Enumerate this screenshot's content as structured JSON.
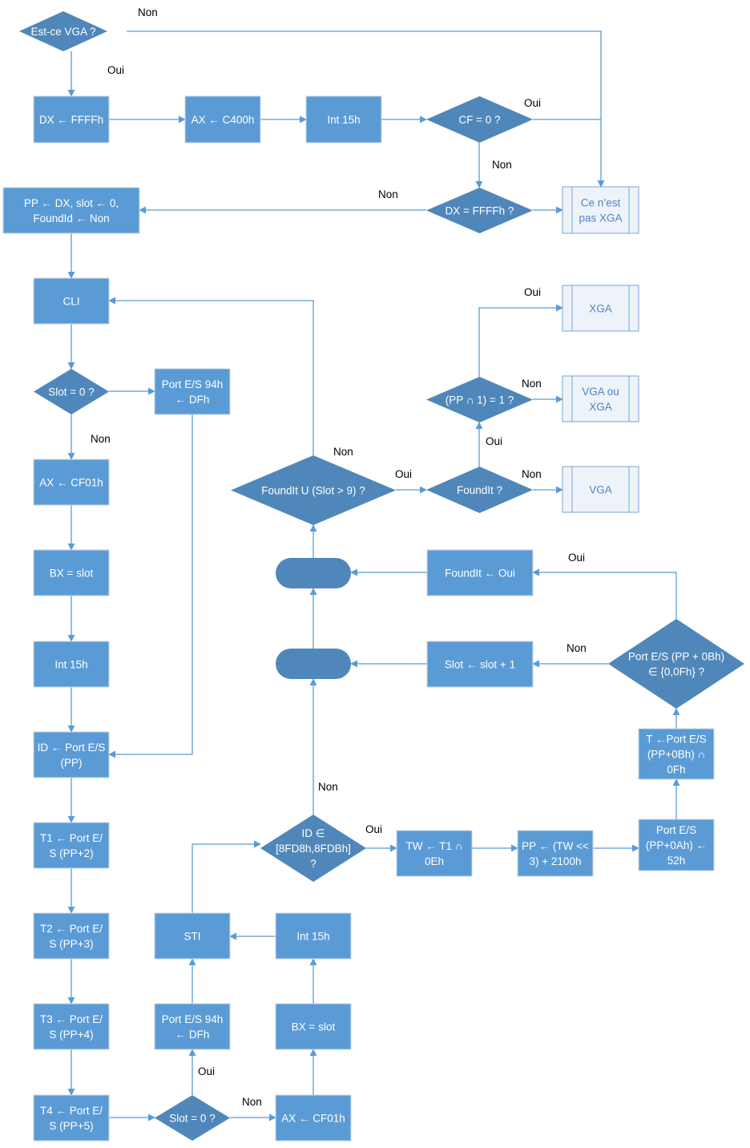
{
  "title": "Détection XGA — organigramme",
  "colors": {
    "process": "#5b9bd5",
    "decision": "#4f87ba",
    "edge": "#5b9bd5",
    "subroutine_text": "#4a86c5"
  },
  "nodes": {
    "est_vga": {
      "type": "decision",
      "lines": [
        "Est-ce VGA ?"
      ]
    },
    "dx_ffff": {
      "type": "process",
      "lines": [
        "DX ← FFFFh"
      ]
    },
    "ax_c400": {
      "type": "process",
      "lines": [
        "AX ← C400h"
      ]
    },
    "int15_a": {
      "type": "process",
      "lines": [
        "Int 15h"
      ]
    },
    "cf0": {
      "type": "decision",
      "lines": [
        "CF = 0 ?"
      ]
    },
    "dx_eq_ffff": {
      "type": "decision",
      "lines": [
        "DX = FFFFh ?"
      ]
    },
    "not_xga": {
      "type": "subroutine",
      "lines": [
        "Ce n’est",
        "pas XGA"
      ]
    },
    "init": {
      "type": "process",
      "lines": [
        "PP ← DX, slot ← 0,",
        "FoundId ← Non"
      ]
    },
    "cli": {
      "type": "process",
      "lines": [
        "CLI"
      ]
    },
    "slot0_a": {
      "type": "decision",
      "lines": [
        "Slot = 0 ?"
      ]
    },
    "port94_a": {
      "type": "process",
      "lines": [
        "Port E/S 94h",
        "← DFh"
      ]
    },
    "ax_cf01_a": {
      "type": "process",
      "lines": [
        "AX ← CF01h"
      ]
    },
    "bx_slot_a": {
      "type": "process",
      "lines": [
        "BX = slot"
      ]
    },
    "int15_b": {
      "type": "process",
      "lines": [
        "Int 15h"
      ]
    },
    "id_port": {
      "type": "process",
      "lines": [
        "ID ← Port E/S",
        "(PP)"
      ]
    },
    "t1": {
      "type": "process",
      "lines": [
        "T1 ← Port E/",
        "S (PP+2)"
      ]
    },
    "t2": {
      "type": "process",
      "lines": [
        "T2 ← Port E/",
        "S (PP+3)"
      ]
    },
    "t3": {
      "type": "process",
      "lines": [
        "T3 ← Port E/",
        "S (PP+4)"
      ]
    },
    "t4": {
      "type": "process",
      "lines": [
        "T4 ← Port E/",
        "S (PP+5)"
      ]
    },
    "slot0_b": {
      "type": "decision",
      "lines": [
        "Slot = 0 ?"
      ]
    },
    "port94_b": {
      "type": "process",
      "lines": [
        "Port E/S 94h",
        "← DFh"
      ]
    },
    "sti": {
      "type": "process",
      "lines": [
        "STI"
      ]
    },
    "ax_cf01_b": {
      "type": "process",
      "lines": [
        "AX ← CF01h"
      ]
    },
    "bx_slot_b": {
      "type": "process",
      "lines": [
        "BX = slot"
      ]
    },
    "int15_c": {
      "type": "process",
      "lines": [
        "Int 15h"
      ]
    },
    "id_range": {
      "type": "decision",
      "lines": [
        "ID ∈",
        "[8FD8h,8FDBh]",
        "?"
      ]
    },
    "tw": {
      "type": "process",
      "lines": [
        "TW ← T1 ∩",
        "0Eh"
      ]
    },
    "pp_calc": {
      "type": "process",
      "lines": [
        "PP ← (TW <<",
        "3) + 2100h"
      ]
    },
    "port_0a": {
      "type": "process",
      "lines": [
        "Port E/S",
        "(PP+0Ah) ←",
        "52h"
      ]
    },
    "t_port": {
      "type": "process",
      "lines": [
        "T ←Port E/S",
        "(PP+0Bh) ∩",
        "0Fh"
      ]
    },
    "port_0b_check": {
      "type": "decision",
      "lines": [
        "Port E/S (PP + 0Bh)",
        "∈ {0,0Fh} ?"
      ]
    },
    "slot_inc": {
      "type": "process",
      "lines": [
        "Slot ← slot + 1"
      ]
    },
    "foundit_oui": {
      "type": "process",
      "lines": [
        "FoundIt ← Oui"
      ]
    },
    "join_low": {
      "type": "terminator",
      "lines": []
    },
    "join_high": {
      "type": "terminator",
      "lines": []
    },
    "loop_check": {
      "type": "decision",
      "lines": [
        "FoundIt U (Slot > 9) ?"
      ]
    },
    "foundit_q": {
      "type": "decision",
      "lines": [
        "FoundIt ?"
      ]
    },
    "pp_and1": {
      "type": "decision",
      "lines": [
        "(PP ∩ 1) = 1 ?"
      ]
    },
    "xga": {
      "type": "subroutine",
      "lines": [
        "XGA"
      ]
    },
    "vga_ou_xga": {
      "type": "subroutine",
      "lines": [
        "VGA ou",
        "XGA"
      ]
    },
    "vga": {
      "type": "subroutine",
      "lines": [
        "VGA"
      ]
    }
  },
  "edge_labels": {
    "est_vga_non": "Non",
    "est_vga_oui": "Oui",
    "cf0_oui": "Oui",
    "cf0_non": "Non",
    "dx_eq_non": "Non",
    "slot0_a_non": "Non",
    "loop_non": "Non",
    "loop_oui": "Oui",
    "foundit_oui": "Oui",
    "foundit_non": "Non",
    "pp_and1_oui": "Oui",
    "pp_and1_non": "Non",
    "port_0b_oui": "Oui",
    "port_0b_non": "Non",
    "id_range_non": "Non",
    "id_range_oui": "Oui",
    "slot0_b_oui": "Oui",
    "slot0_b_non": "Non"
  }
}
